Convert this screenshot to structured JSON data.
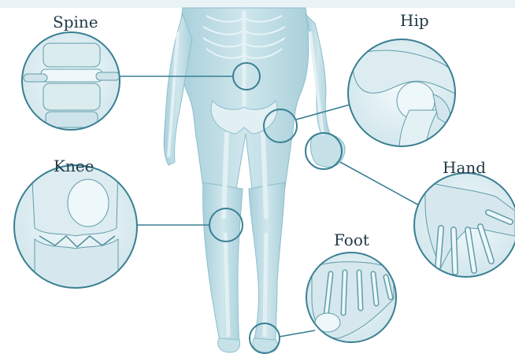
{
  "labels": {
    "spine": "Spine",
    "hip": "Hip",
    "knee": "Knee",
    "hand": "Hand",
    "foot": "Foot"
  },
  "colors": {
    "body": "#bcdbe4",
    "body_shade": "#94c3d1",
    "bone": "#e6f2f5",
    "outline": "#3b7f92",
    "line": "#3a7f93",
    "label": "#1f3a45"
  }
}
